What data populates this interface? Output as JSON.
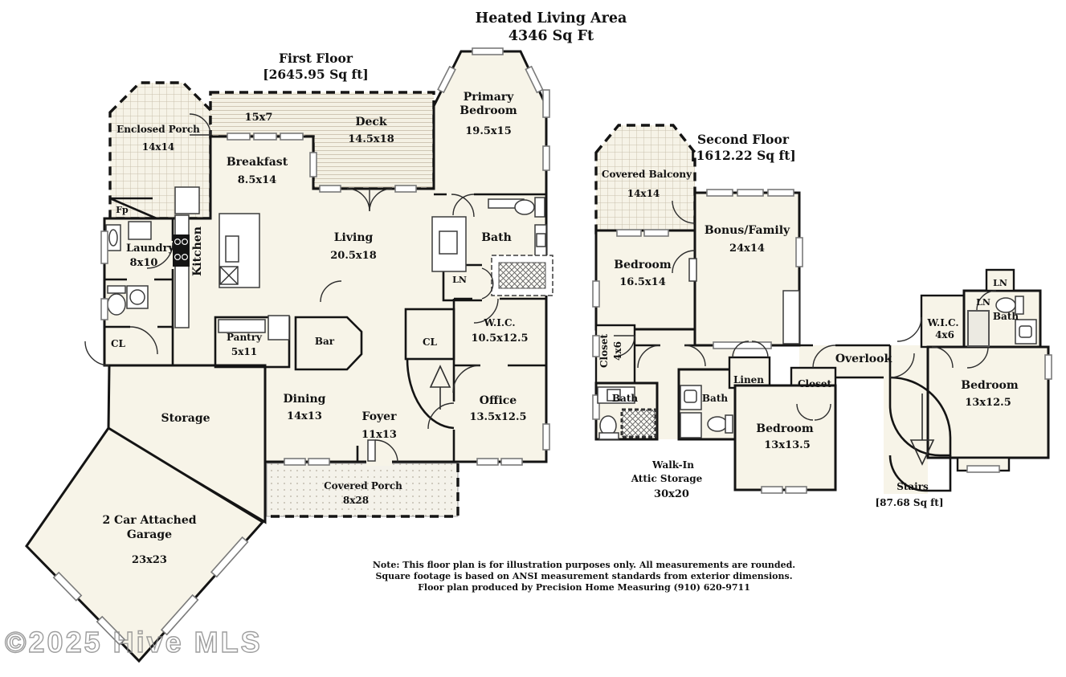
{
  "title": {
    "line1": "Heated Living Area",
    "line2": "4346 Sq Ft"
  },
  "colors": {
    "wall": "#141414",
    "room_fill": "#f7f4e8",
    "background": "#ffffff",
    "pattern_line": "#c9c0ad"
  },
  "ff": {
    "floor_label": "First Floor",
    "floor_sqft": "[2645.95 Sq ft]",
    "enclosed_porch": {
      "name": "Enclosed Porch",
      "dim": "14x14"
    },
    "deck": {
      "name": "Deck",
      "dim": "14.5x18",
      "dim2": "15x7"
    },
    "breakfast": {
      "name": "Breakfast",
      "dim": "8.5x14"
    },
    "primary": {
      "name1": "Primary",
      "name2": "Bedroom",
      "dim": "19.5x15"
    },
    "fp": {
      "name": "Fp"
    },
    "laundry": {
      "name": "Laundry",
      "dim": "8x10"
    },
    "kitchen": {
      "name": "Kitchen"
    },
    "living": {
      "name": "Living",
      "dim": "20.5x18"
    },
    "bath": {
      "name": "Bath"
    },
    "ln": {
      "name": "LN"
    },
    "wic": {
      "name": "W.I.C.",
      "dim": "10.5x12.5"
    },
    "cl_hall": {
      "name": "CL"
    },
    "cl_foyer": {
      "name": "CL"
    },
    "pantry": {
      "name": "Pantry",
      "dim": "5x11"
    },
    "bar": {
      "name": "Bar"
    },
    "dining": {
      "name": "Dining",
      "dim": "14x13"
    },
    "foyer": {
      "name": "Foyer",
      "dim": "11x13"
    },
    "office": {
      "name": "Office",
      "dim": "13.5x12.5"
    },
    "storage": {
      "name": "Storage"
    },
    "garage": {
      "name1": "2 Car Attached",
      "name2": "Garage",
      "dim": "23x23"
    },
    "covered_porch": {
      "name": "Covered Porch",
      "dim": "8x28"
    }
  },
  "sf": {
    "floor_label": "Second Floor",
    "floor_sqft": "[1612.22 Sq ft]",
    "covered_balcony": {
      "name": "Covered Balcony",
      "dim": "14x14"
    },
    "bonus": {
      "name": "Bonus/Family",
      "dim": "24x14"
    },
    "bedroom1": {
      "name": "Bedroom",
      "dim": "16.5x14"
    },
    "closet1": {
      "name": "Closet",
      "dim": "4x6"
    },
    "bath1": {
      "name": "Bath"
    },
    "bath2": {
      "name": "Bath"
    },
    "linen": {
      "name": "Linen"
    },
    "closet2": {
      "name": "Closet"
    },
    "bedroom2": {
      "name": "Bedroom",
      "dim": "13x13.5"
    },
    "overlook": {
      "name": "Overlook"
    },
    "wic": {
      "name": "W.I.C.",
      "dim": "4x6"
    },
    "ln_top": {
      "name": "LN"
    },
    "ln_in": {
      "name": "LN"
    },
    "bath3": {
      "name": "Bath"
    },
    "bedroom3": {
      "name": "Bedroom",
      "dim": "13x12.5"
    },
    "attic": {
      "name1": "Walk-In",
      "name2": "Attic Storage",
      "dim": "30x20"
    },
    "stairs": {
      "name": "Stairs",
      "sqft": "[87.68 Sq ft]"
    }
  },
  "notes": [
    "Note: This floor plan is for illustration purposes only. All measurements are rounded.",
    "Square footage is based on ANSI measurement standards from exterior dimensions.",
    "Floor plan produced by Precision Home Measuring (910) 620-9711"
  ],
  "watermark": "©2025 Hive MLS"
}
